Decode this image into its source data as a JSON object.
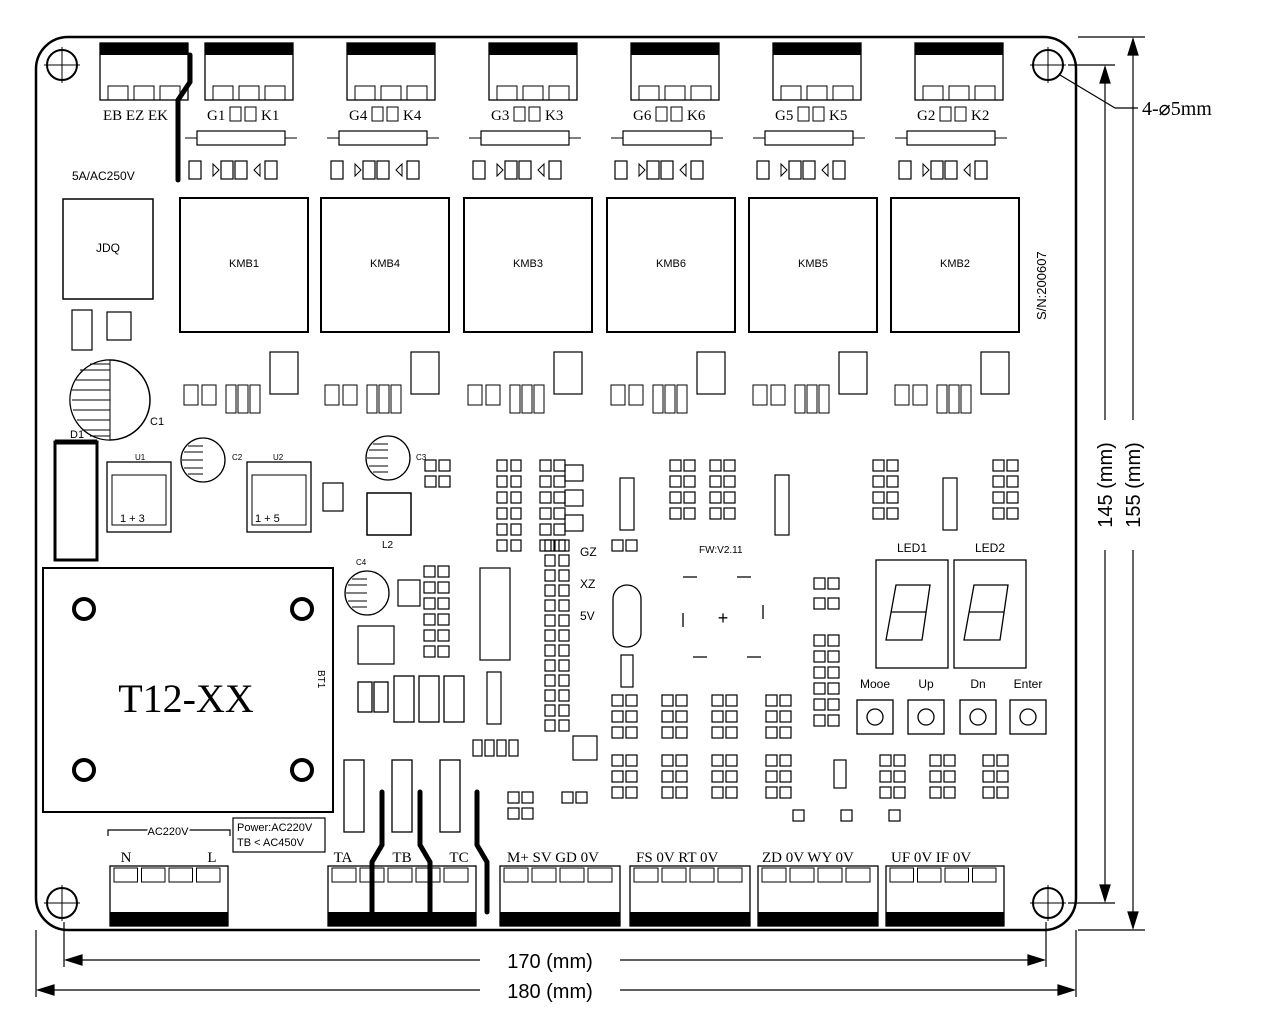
{
  "board": {
    "serial": "S/N:200607",
    "firmware": "FW:V2.11",
    "fuse_rating": "5A/AC250V",
    "transformer_label": "T12-XX",
    "relay_label": "JDQ",
    "bt1": "BT1",
    "d1": "D1",
    "c1": "C1",
    "c2": "C2",
    "c3": "C3",
    "c4": "C4",
    "l2": "L2",
    "u1": "U1",
    "u2": "U2",
    "u1_pins": "1 + 3",
    "u2_pins": "1 + 5",
    "gz": "GZ",
    "xz": "XZ",
    "fivev": "5V",
    "power_note_1": "Power:AC220V",
    "power_note_2": "TB < AC450V"
  },
  "top_connectors": [
    {
      "pins": "EB  EZ  EK",
      "gate": "G1",
      "k": "K1",
      "kmb": "KMB1"
    },
    {
      "pins": "",
      "gate": "G4",
      "k": "K4",
      "kmb": "KMB4"
    },
    {
      "pins": "",
      "gate": "G3",
      "k": "K3",
      "kmb": "KMB3"
    },
    {
      "pins": "",
      "gate": "G6",
      "k": "K6",
      "kmb": "KMB6"
    },
    {
      "pins": "",
      "gate": "G5",
      "k": "K5",
      "kmb": "KMB5"
    },
    {
      "pins": "",
      "gate": "G2",
      "k": "K2",
      "kmb": "KMB2"
    }
  ],
  "display": {
    "led1": "LED1",
    "led2": "LED2",
    "buttons": [
      "Mooe",
      "Up",
      "Dn",
      "Enter"
    ]
  },
  "bottom_connectors": {
    "ac_group": "AC220V",
    "ac_pins": [
      "N",
      "L"
    ],
    "power_pins": [
      "TA",
      "TB",
      "TC"
    ],
    "signal_groups": [
      "M+  SV  GD  0V",
      "FS  0V  RT  0V",
      "ZD  0V  WY  0V",
      "UF  0V  IF  0V"
    ]
  },
  "dimensions": {
    "hole_spec": "4-⌀5mm",
    "inner_width": "170  (mm)",
    "outer_width": "180  (mm)",
    "inner_height": "145  (mm)",
    "outer_height": "155  (mm)"
  }
}
